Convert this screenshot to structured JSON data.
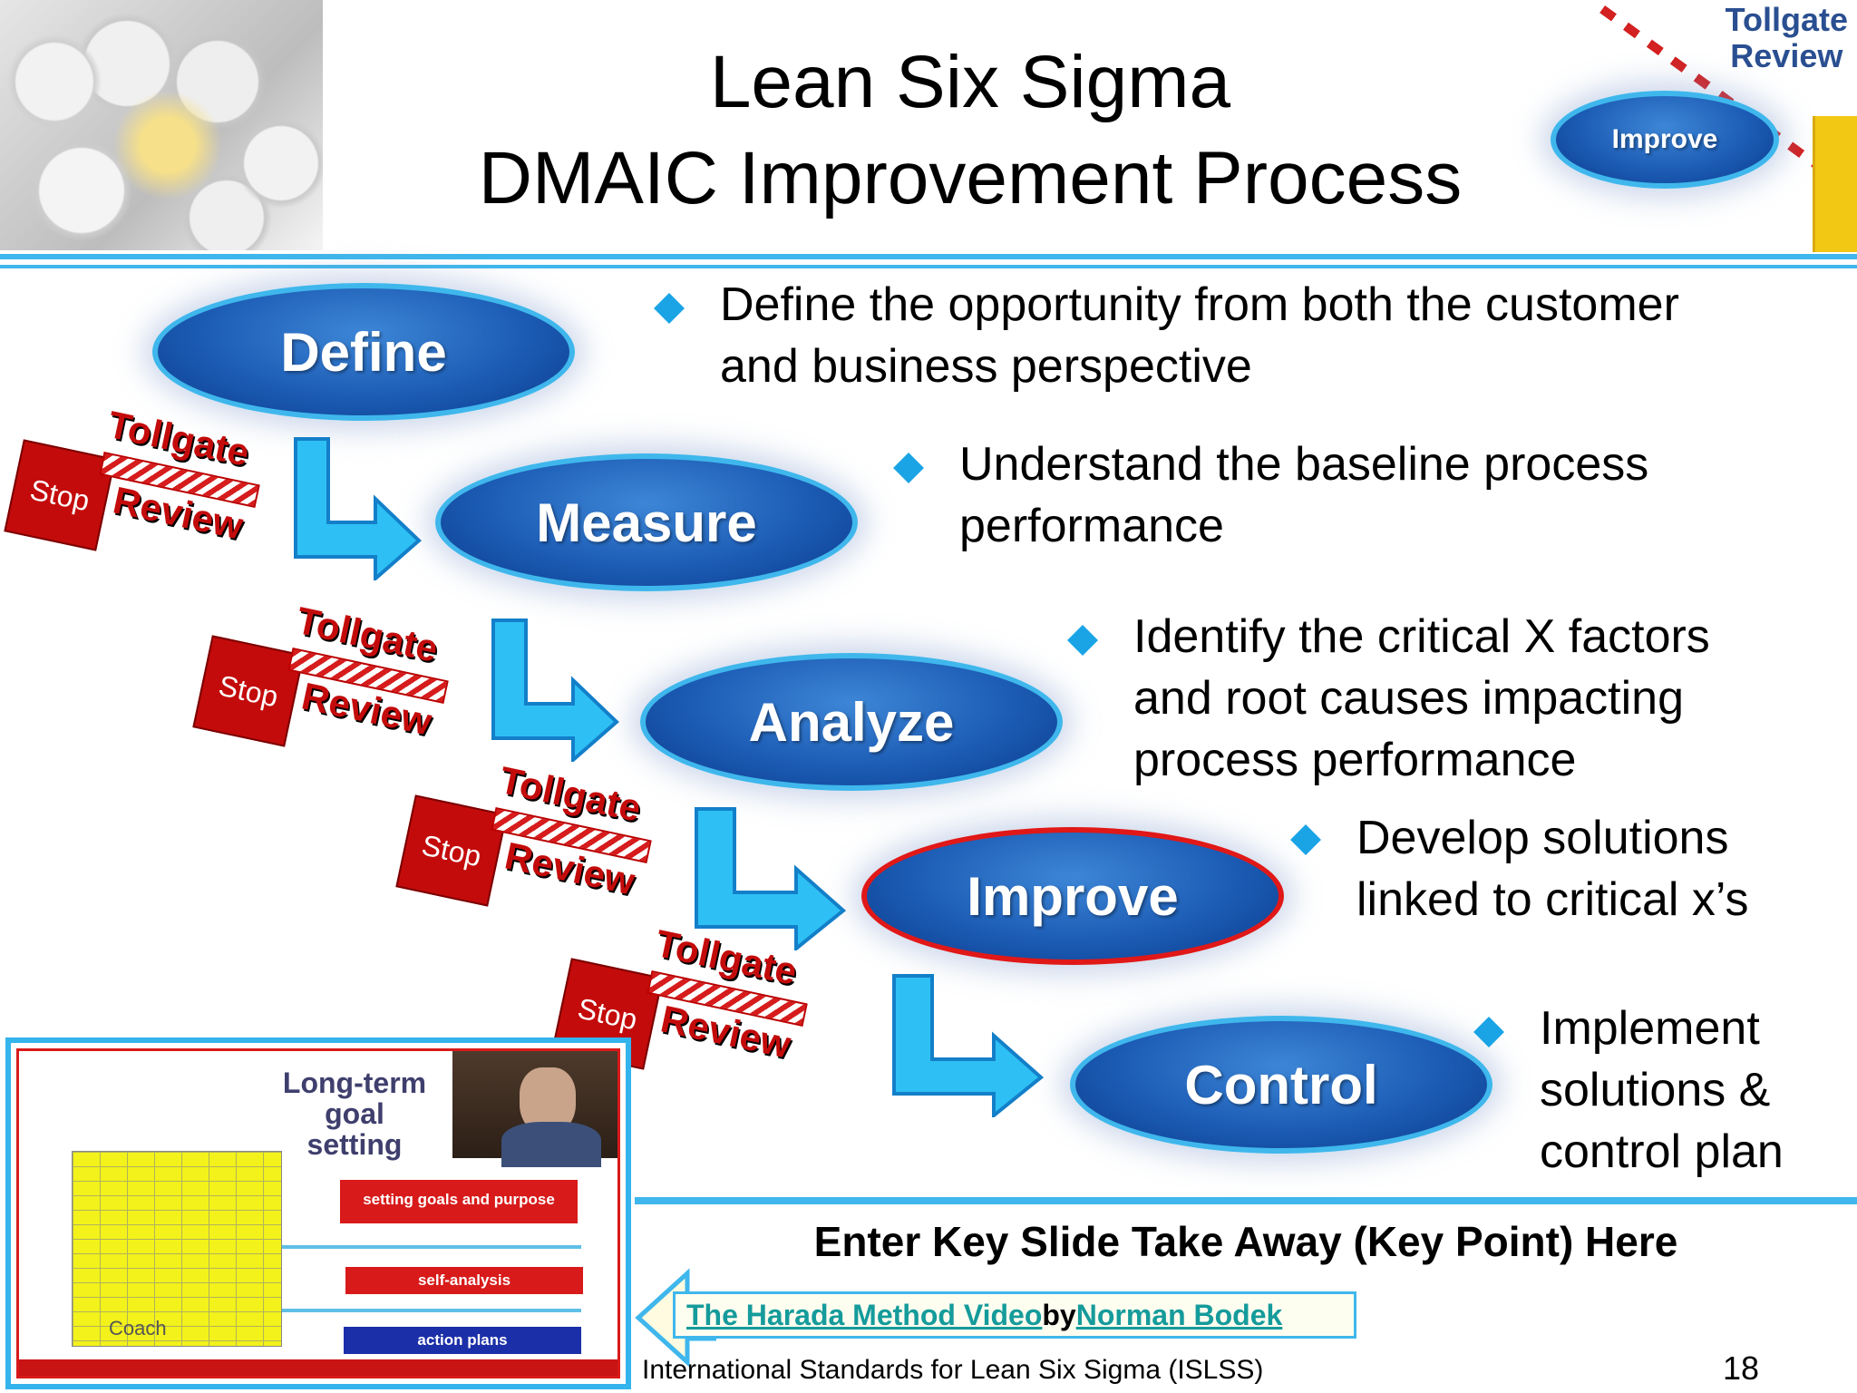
{
  "header": {
    "title_line1": "Lean Six Sigma",
    "title_line2": "DMAIC Improvement Process",
    "corner_tollgate_line1": "Tollgate",
    "corner_tollgate_line2": "Review",
    "corner_oval": "Improve"
  },
  "phases": [
    {
      "label": "Define",
      "bullet_line1": "Define the opportunity from both the customer",
      "bullet_line2": "and business perspective"
    },
    {
      "label": "Measure",
      "bullet_line1": "Understand the baseline process",
      "bullet_line2": "performance"
    },
    {
      "label": "Analyze",
      "bullet_line1": "Identify the critical X factors",
      "bullet_line2": "and root causes impacting",
      "bullet_line3": "process performance"
    },
    {
      "label": "Improve",
      "bullet_line1": "Develop solutions",
      "bullet_line2": "linked to critical x’s"
    },
    {
      "label": "Control",
      "bullet_line1": "Implement",
      "bullet_line2": "solutions &",
      "bullet_line3": "control plan"
    }
  ],
  "tollgate": {
    "stop": "Stop",
    "line1": "Tollgate",
    "line2": "Review"
  },
  "video": {
    "title_line1": "Long-term",
    "title_line2": "goal",
    "title_line3": "setting",
    "pill1": "setting goals and purpose",
    "pill2": "self-analysis",
    "pill3": "action plans",
    "handwritten": "Coach"
  },
  "bottom": {
    "key_point": "Enter Key Slide Take Away (Key Point) Here",
    "link_text": "The Harada Method Video ",
    "by_text": "by ",
    "author_link": "Norman Bodek",
    "footer": "International Standards for Lean Six Sigma (ISLSS)",
    "page_number": "18"
  },
  "colors": {
    "accent": "#3fb7ec",
    "oval_fill": "#1c5cb5",
    "stop_red": "#c40b0b",
    "highlight_border": "#e01818"
  }
}
